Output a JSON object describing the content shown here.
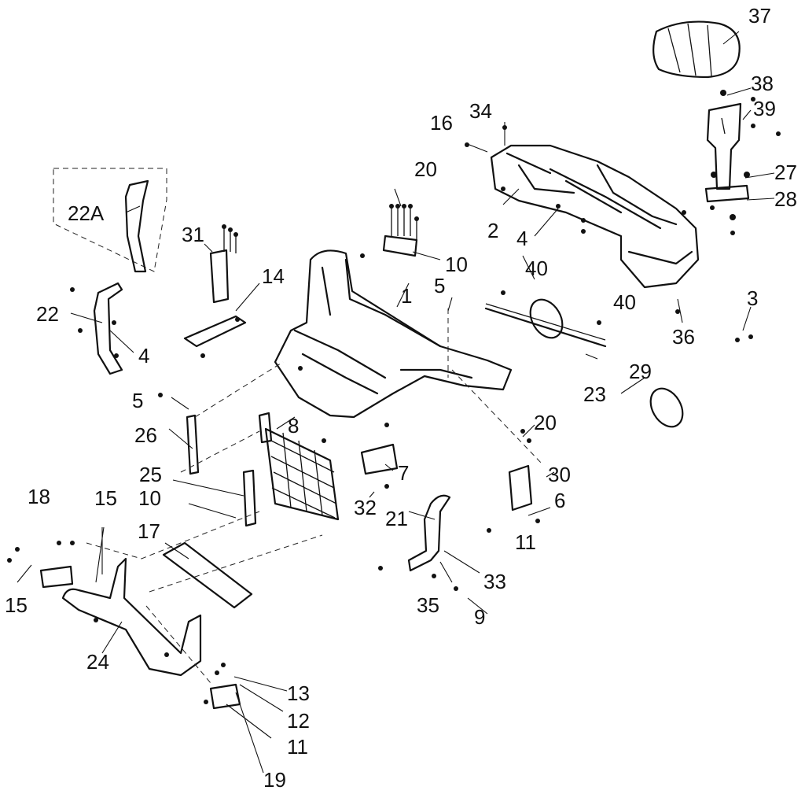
{
  "labels": {
    "p1": "1",
    "p2": "2",
    "p3": "3",
    "p4a": "4",
    "p4b": "4",
    "p5a": "5",
    "p5b": "5",
    "p6": "6",
    "p7": "7",
    "p8": "8",
    "p9": "9",
    "p10a": "10",
    "p10b": "10",
    "p11a": "11",
    "p11b": "11",
    "p12": "12",
    "p13": "13",
    "p14": "14",
    "p15a": "15",
    "p15b": "15",
    "p16": "16",
    "p17": "17",
    "p18": "18",
    "p19": "19",
    "p20a": "20",
    "p20b": "20",
    "p21": "21",
    "p22": "22",
    "p22a": "22A",
    "p23": "23",
    "p24": "24",
    "p25": "25",
    "p26": "26",
    "p27": "27",
    "p28": "28",
    "p29": "29",
    "p30": "30",
    "p31": "31",
    "p32": "32",
    "p33": "33",
    "p34": "34",
    "p35": "35",
    "p36": "36",
    "p37": "37",
    "p38": "38",
    "p39": "39",
    "p40a": "40",
    "p40b": "40"
  }
}
